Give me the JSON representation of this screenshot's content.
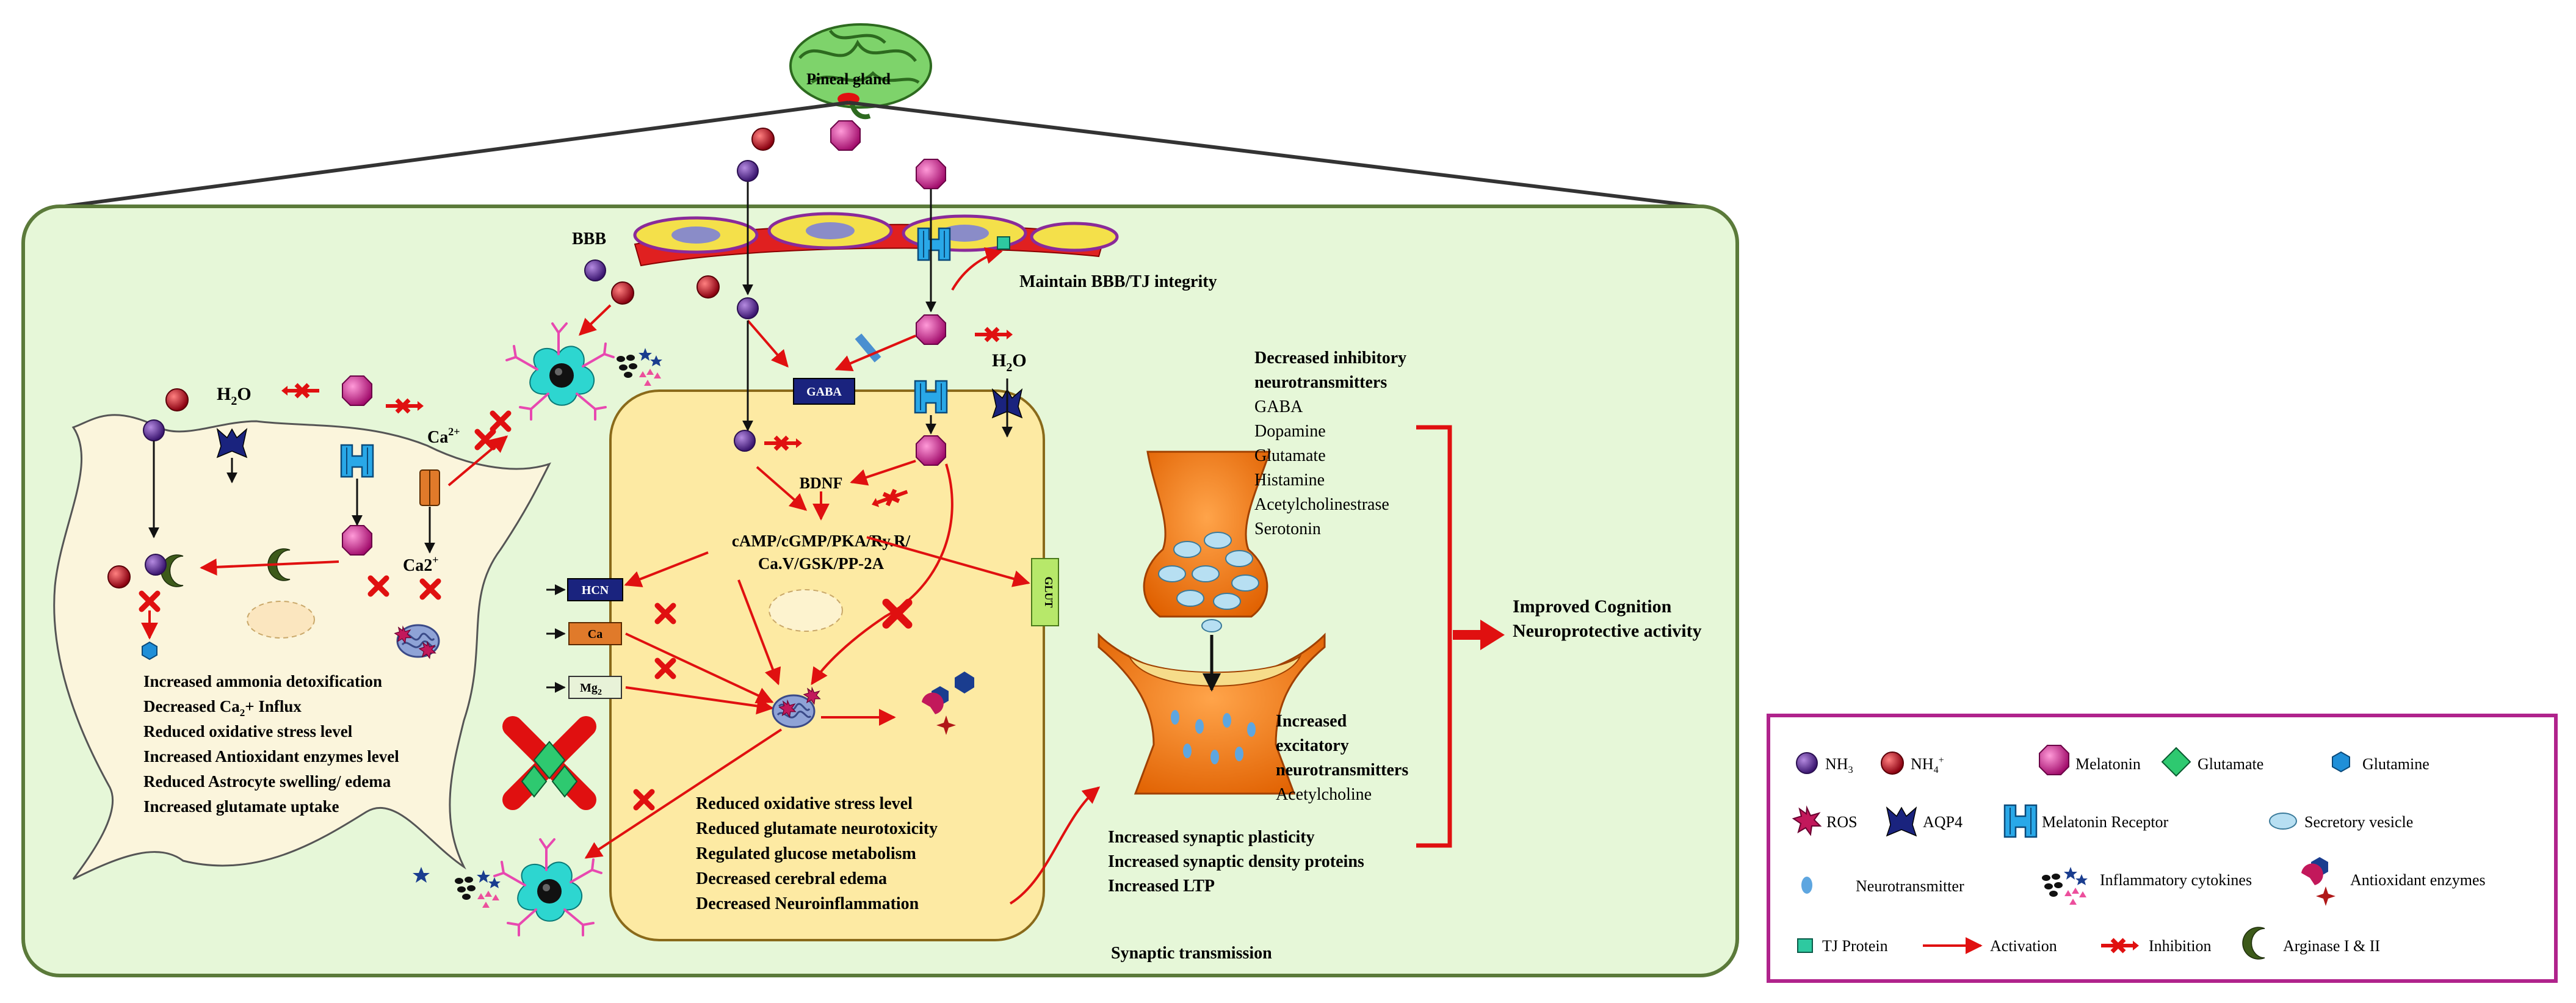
{
  "colors": {
    "panel_fill": "#e6f7d8",
    "panel_stroke": "#5b7a3a",
    "astrocyte_fill": "#fbf5dc",
    "neuron_fill": "#fdeaa3",
    "synapse_orange": "#f47a10",
    "arrow_red": "#e01010",
    "nh3_purple": "#5b2c8f",
    "nh4_red": "#d01020",
    "melatonin_magenta": "#d4168c",
    "receptor_blue": "#1fa0e0",
    "aqp4_navy": "#1a237e",
    "legend_border": "#b0238c"
  },
  "labels": {
    "pineal_gland": "Pineal gland",
    "bbb": "BBB",
    "maintain_bbb": "Maintain BBB/TJ integrity",
    "h2o_left": "H",
    "h2o_left_sub": "2",
    "h2o_left_tail": "O",
    "h2o_right": "H",
    "h2o_right_sub": "2",
    "h2o_right_tail": "O",
    "ca_upper": "Ca",
    "ca_upper_sup": "2+",
    "ca_lower": "Ca2",
    "ca_lower_sup": "+",
    "gaba_channel": "GABA",
    "glut_channel": "GLUT",
    "hcn_channel": "HCN",
    "ca_channel": "Ca",
    "mg_channel": "Mg",
    "mg_channel_sub": "2",
    "bdnf": "BDNF",
    "pathway_line1": "cAMP/cGMP/PKA/Ry.R/",
    "pathway_line2": "Ca.V/GSK/PP-2A",
    "synaptic_transmission": "Synaptic transmission",
    "improved_line1": "Improved Cognition",
    "improved_line2": "Neuroprotective activity"
  },
  "astrocyte_effects": [
    "Increased ammonia detoxification",
    "Decreased Ca",
    "Reduced oxidative stress level",
    "Increased Antioxidant enzymes level",
    "Reduced Astrocyte swelling/ edema",
    "Increased glutamate uptake"
  ],
  "astrocyte_effect_ca_sub": "2",
  "astrocyte_effect_ca_tail": "+ Influx",
  "neuron_effects": [
    "Reduced oxidative stress level",
    "Reduced glutamate neurotoxicity",
    "Regulated glucose metabolism",
    "Decreased cerebral edema",
    "Decreased Neuroinflammation"
  ],
  "inhibitory": {
    "heading_line1": "Decreased inhibitory",
    "heading_line2": "neurotransmitters",
    "items": [
      "GABA",
      "Dopamine",
      "Glutamate",
      "Histamine",
      "Acetylcholinestrase",
      "Serotonin"
    ]
  },
  "excitatory": {
    "heading_line1": "Increased",
    "heading_line2": "excitatory",
    "heading_line3": "neurotransmitters",
    "items": [
      "Acetylcholine"
    ]
  },
  "synaptic_effects": [
    "Increased synaptic plasticity",
    "Increased synaptic density proteins",
    "Increased LTP"
  ],
  "legend": {
    "nh3": "NH",
    "nh3_sub": "3",
    "nh4": "NH",
    "nh4_sub": "4",
    "nh4_sup": "+",
    "melatonin": "Melatonin",
    "glutamate": "Glutamate",
    "glutamine": "Glutamine",
    "ros": "ROS",
    "aqp4": "AQP4",
    "melatonin_receptor": "Melatonin Receptor",
    "secretory_vesicle": "Secretory vesicle",
    "neurotransmitter": "Neurotransmitter",
    "inflammatory_cytokines": "Inflammatory cytokines",
    "antioxidant_enzymes": "Antioxidant enzymes",
    "tj_protein": "TJ Protein",
    "activation": "Activation",
    "inhibition": "Inhibition",
    "arginase": "Arginase I & II"
  },
  "icons": [
    "brain-icon",
    "nh3-molecule-icon",
    "nh4-ion-icon",
    "melatonin-icon",
    "glutamate-icon",
    "glutamine-icon",
    "ros-icon",
    "aqp4-channel-icon",
    "melatonin-receptor-icon",
    "secretory-vesicle-icon",
    "neurotransmitter-icon",
    "inflammatory-cytokines-icon",
    "antioxidant-enzymes-icon",
    "tj-protein-icon",
    "activation-arrow-icon",
    "inhibition-arrow-icon",
    "arginase-icon",
    "microglia-icon",
    "mitochondrion-icon"
  ]
}
